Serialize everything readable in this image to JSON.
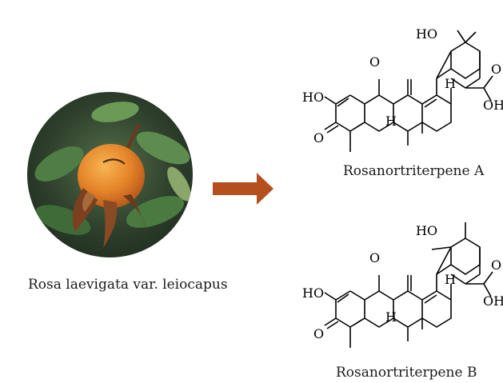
{
  "species_caption": "Rosa laevigata var. leiocapus",
  "compound_a": {
    "name": "Rosanortriterpene A",
    "atoms": {
      "ho_top": "HO",
      "ho_ring": "HO",
      "ketone_o": "O",
      "enone_o": "O",
      "h1": "H",
      "h2": "H",
      "acid_oh": "OH",
      "acid_o": "O"
    }
  },
  "compound_b": {
    "name": "Rosanortriterpene B",
    "atoms": {
      "ho_top": "HO",
      "ho_ring": "HO",
      "ketone_o": "O",
      "enone_o": "O",
      "h1": "H",
      "h2": "H",
      "acid_oh": "OH",
      "acid_o": "O"
    }
  },
  "colors": {
    "arrow": "#B5501E",
    "fruit": "#E8892C",
    "leaves": "#3E6A3A"
  }
}
